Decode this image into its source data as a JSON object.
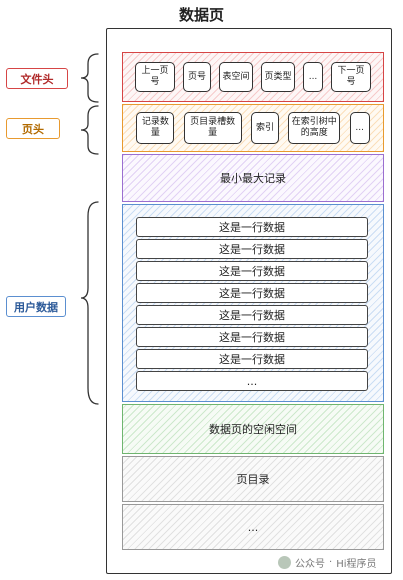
{
  "title": "数据页",
  "labels": {
    "file_header": "文件头",
    "page_header": "页头",
    "user_data": "用户数据"
  },
  "file_header_fields": [
    "上一页号",
    "页号",
    "表空间",
    "页类型",
    "...",
    "下一页号"
  ],
  "page_header_fields": [
    "记录数量",
    "页目录槽数量",
    "索引",
    "在索引树中的高度",
    "..."
  ],
  "min_max_records": "最小最大记录",
  "user_rows": [
    "这是一行数据",
    "这是一行数据",
    "这是一行数据",
    "这是一行数据",
    "这是一行数据",
    "这是一行数据",
    "这是一行数据",
    "..."
  ],
  "free_space": "数据页的空闲空间",
  "page_directory": "页目录",
  "trailing_ellipsis": "...",
  "watermark": {
    "prefix": "公众号",
    "separator": "·",
    "name": "Hi程序员"
  },
  "colors": {
    "file_header": "#d64545",
    "page_header": "#e89a2f",
    "min_max": "#9b6fd0",
    "user_data": "#5b8fd0",
    "free_space": "#6fb56f",
    "neutral": "#999999"
  }
}
